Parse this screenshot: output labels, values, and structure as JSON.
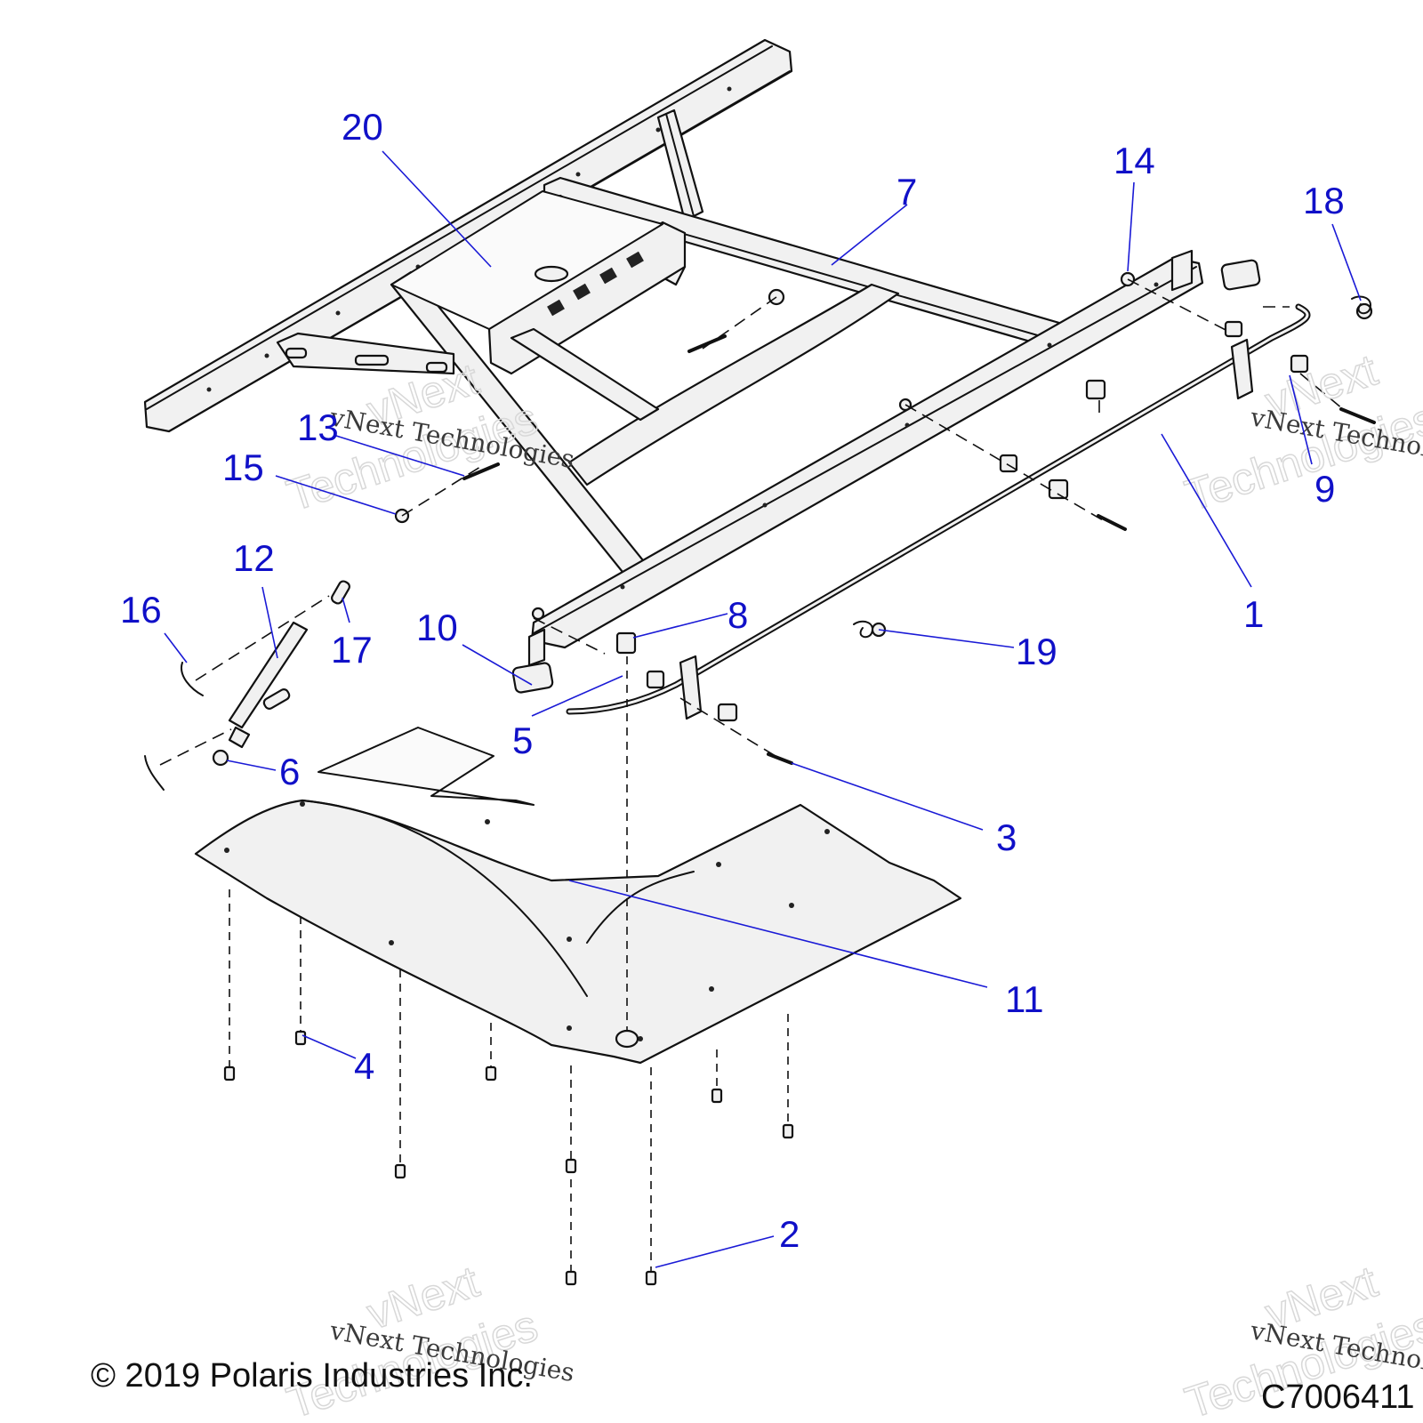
{
  "diagram": {
    "callouts": [
      {
        "id": "c1",
        "label": "1"
      },
      {
        "id": "c2",
        "label": "2"
      },
      {
        "id": "c3",
        "label": "3"
      },
      {
        "id": "c4",
        "label": "4"
      },
      {
        "id": "c5",
        "label": "5"
      },
      {
        "id": "c6",
        "label": "6"
      },
      {
        "id": "c7",
        "label": "7"
      },
      {
        "id": "c8",
        "label": "8"
      },
      {
        "id": "c9",
        "label": "9"
      },
      {
        "id": "c10",
        "label": "10"
      },
      {
        "id": "c11",
        "label": "11"
      },
      {
        "id": "c12",
        "label": "12"
      },
      {
        "id": "c13",
        "label": "13"
      },
      {
        "id": "c14",
        "label": "14"
      },
      {
        "id": "c15",
        "label": "15"
      },
      {
        "id": "c16",
        "label": "16"
      },
      {
        "id": "c17",
        "label": "17"
      },
      {
        "id": "c18",
        "label": "18"
      },
      {
        "id": "c19",
        "label": "19"
      },
      {
        "id": "c20",
        "label": "20"
      }
    ]
  },
  "watermark": {
    "line1": "vNext Technologies",
    "line2": "vNext",
    "line3": "Technologies"
  },
  "footer": {
    "copyright": "© 2019 Polaris Industries Inc.",
    "drawing_id": "C7006411"
  },
  "colors": {
    "callout": "#1010c8",
    "line": "#111111",
    "background": "#ffffff"
  }
}
